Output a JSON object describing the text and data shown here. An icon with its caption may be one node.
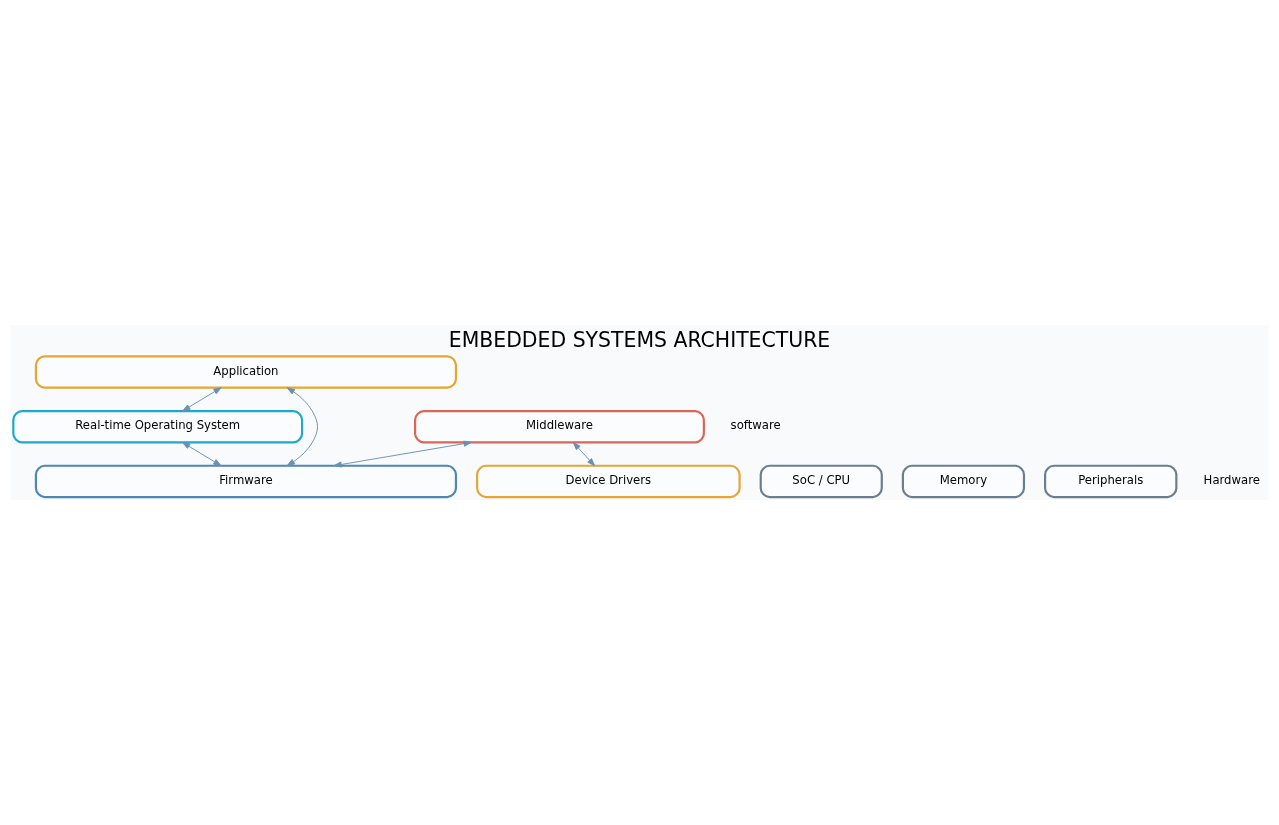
{
  "diagram": {
    "title": "EMBEDDED SYSTEMS ARCHITECTURE",
    "nodes": [
      {
        "text": [
          "Application"
        ]
      },
      {
        "text": [
          "Middleware"
        ]
      },
      {
        "text": [
          "Real-time Operating System"
        ]
      },
      {
        "text": [
          "Device Drivers"
        ]
      },
      {
        "text": [
          "Firmware"
        ]
      },
      {
        "text": [
          "SoC / CPU"
        ]
      },
      {
        "text": [
          "Memory"
        ]
      },
      {
        "text": [
          "Peripherals"
        ]
      }
    ],
    "edges": [
      {
        "from": 0,
        "to": 4,
        "arrow": "both"
      },
      {
        "from": 1,
        "to": 4,
        "arrow": "both"
      },
      {
        "from": 1,
        "to": 3,
        "arrow": "both"
      },
      {
        "from": 0,
        "to": 2,
        "arrow": "both"
      },
      {
        "from": 2,
        "to": 4,
        "arrow": "both"
      }
    ],
    "labels": [
      "software",
      "Hardware"
    ]
  }
}
